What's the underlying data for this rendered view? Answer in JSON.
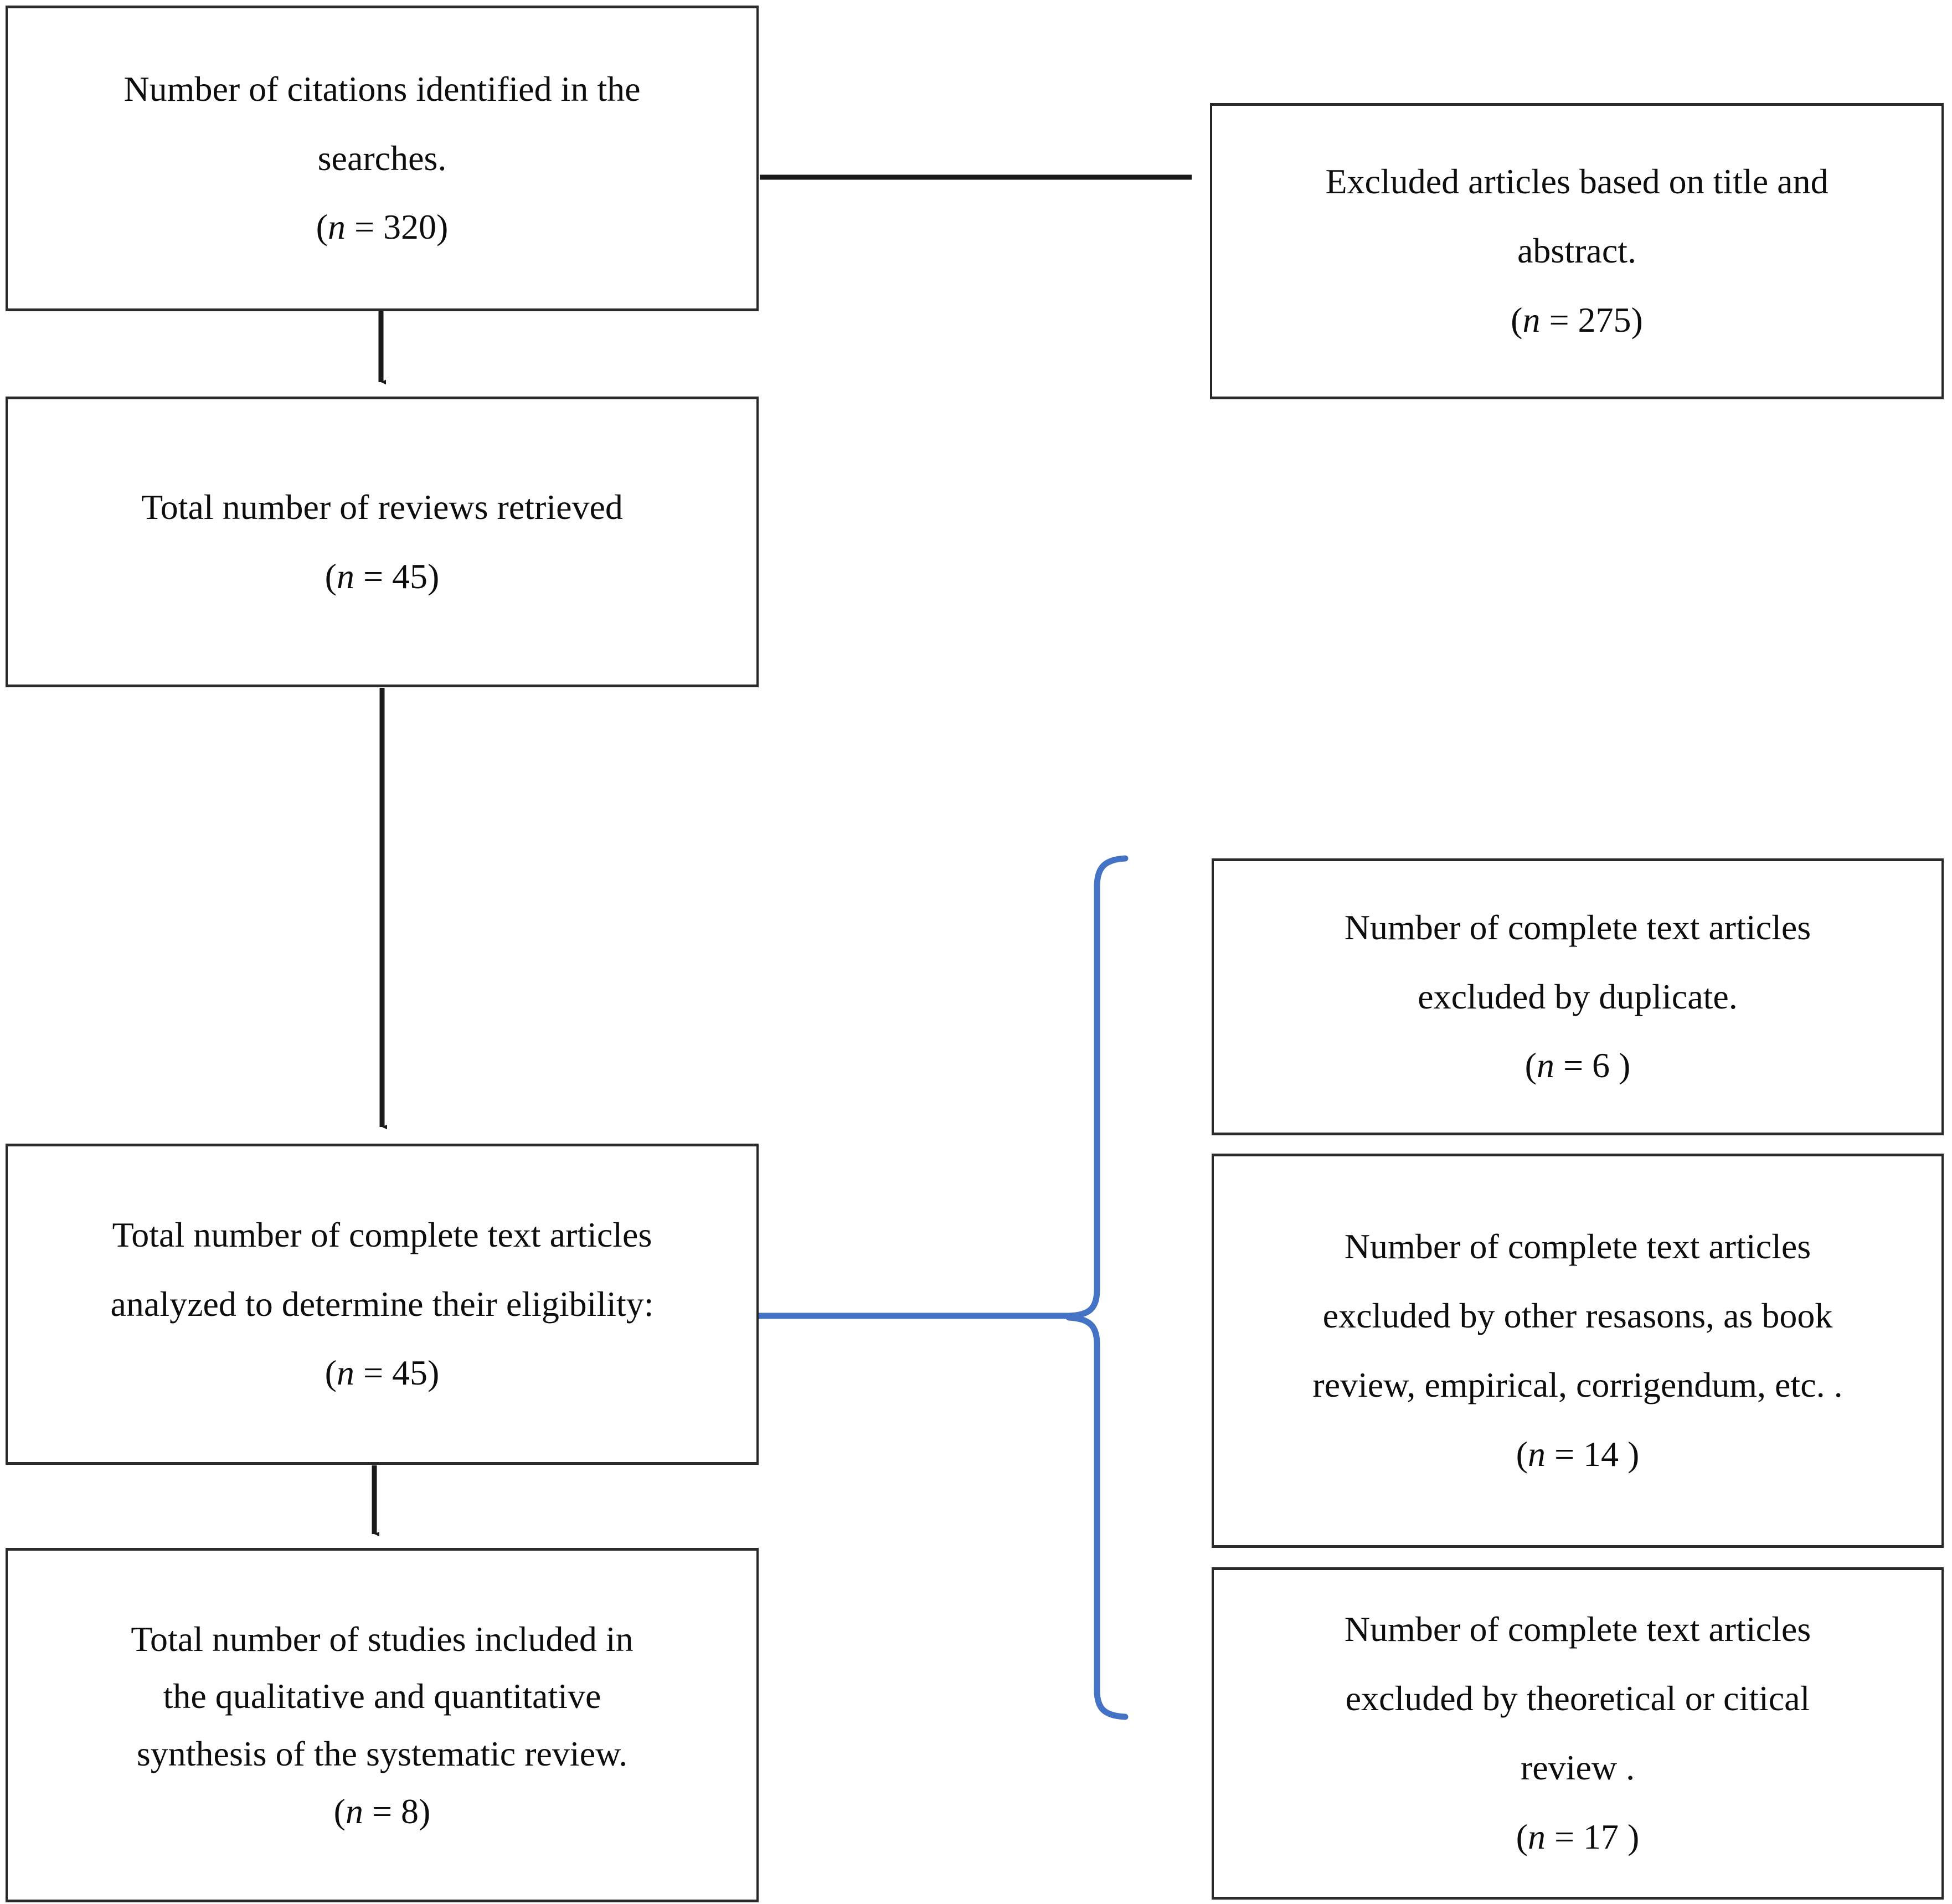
{
  "diagram": {
    "type": "prisma-flow-diagram",
    "title": "",
    "colors": {
      "box_border": "#262626",
      "text": "#0d0d0d",
      "arrow": "#1a1a1a",
      "brace": "#4472C4",
      "background": "#ffffff"
    },
    "nodes": [
      {
        "id": "identified",
        "role": "identification",
        "lines": [
          "Number of citations identified in the",
          "searches."
        ],
        "count_prefix": "(",
        "count_var": "n",
        "count_eq": " = ",
        "count_value": "320",
        "count_suffix": ")",
        "count_text": "(n = 320)"
      },
      {
        "id": "excluded-title-abstract",
        "role": "exclusion",
        "lines": [
          "Excluded articles based on title  and",
          "abstract."
        ],
        "count_prefix": "(",
        "count_var": "n",
        "count_eq": " = ",
        "count_value": "275",
        "count_suffix": ")",
        "count_text": "(n = 275)"
      },
      {
        "id": "retrieved",
        "role": "screening",
        "lines": [
          "Total number of reviews retrieved"
        ],
        "count_prefix": "(",
        "count_var": "n",
        "count_eq": " = ",
        "count_value": "45",
        "count_suffix": ")",
        "count_text": "(n = 45)"
      },
      {
        "id": "eligibility",
        "role": "eligibility",
        "lines": [
          "Total number of complete text articles",
          "analyzed to determine their eligibility:"
        ],
        "count_prefix": "(",
        "count_var": "n",
        "count_eq": " = ",
        "count_value": "45",
        "count_suffix": ")",
        "count_text": "(n = 45)"
      },
      {
        "id": "included",
        "role": "included",
        "lines": [
          "Total number of studies included in",
          "the qualitative and quantitative",
          "synthesis of the systematic review."
        ],
        "count_prefix": "(",
        "count_var": "n",
        "count_eq": " = ",
        "count_value": "8",
        "count_suffix": ")",
        "count_text": "(n = 8)"
      },
      {
        "id": "excluded-duplicate",
        "role": "exclusion",
        "lines": [
          "Number of complete text articles",
          "excluded by duplicate."
        ],
        "count_prefix": "(",
        "count_var": "n",
        "count_eq": " = ",
        "count_value": "6",
        "count_suffix": " )",
        "count_text": "(n = 6 )"
      },
      {
        "id": "excluded-other-reasons",
        "role": "exclusion",
        "lines": [
          "Number of complete text articles",
          "excluded by other resasons, as book",
          "review, empirical, corrigendum, etc. ."
        ],
        "count_prefix": "(",
        "count_var": "n",
        "count_eq": " = ",
        "count_value": "14",
        "count_suffix": " )",
        "count_text": "(n = 14 )"
      },
      {
        "id": "excluded-theoretical-critical",
        "role": "exclusion",
        "lines": [
          "Number of complete text articles",
          "excluded by theoretical or citical",
          "review ."
        ],
        "count_prefix": "(",
        "count_var": "n",
        "count_eq": " = ",
        "count_value": "17",
        "count_suffix": " )",
        "count_text": "(n = 17 )"
      }
    ],
    "connectors": [
      {
        "id": "identified-to-excluded-ta",
        "kind": "arrow",
        "direction": "right",
        "from": "identified",
        "to": "excluded-title-abstract"
      },
      {
        "id": "identified-to-retrieved",
        "kind": "arrow",
        "direction": "down",
        "from": "identified",
        "to": "retrieved"
      },
      {
        "id": "retrieved-to-eligibility",
        "kind": "arrow",
        "direction": "down",
        "from": "retrieved",
        "to": "eligibility"
      },
      {
        "id": "eligibility-to-included",
        "kind": "arrow",
        "direction": "down",
        "from": "eligibility",
        "to": "included"
      },
      {
        "id": "eligibility-to-exclusions-brace",
        "kind": "curly-brace",
        "direction": "right",
        "from": "eligibility",
        "to": [
          "excluded-duplicate",
          "excluded-other-reasons",
          "excluded-theoretical-critical"
        ]
      }
    ]
  }
}
